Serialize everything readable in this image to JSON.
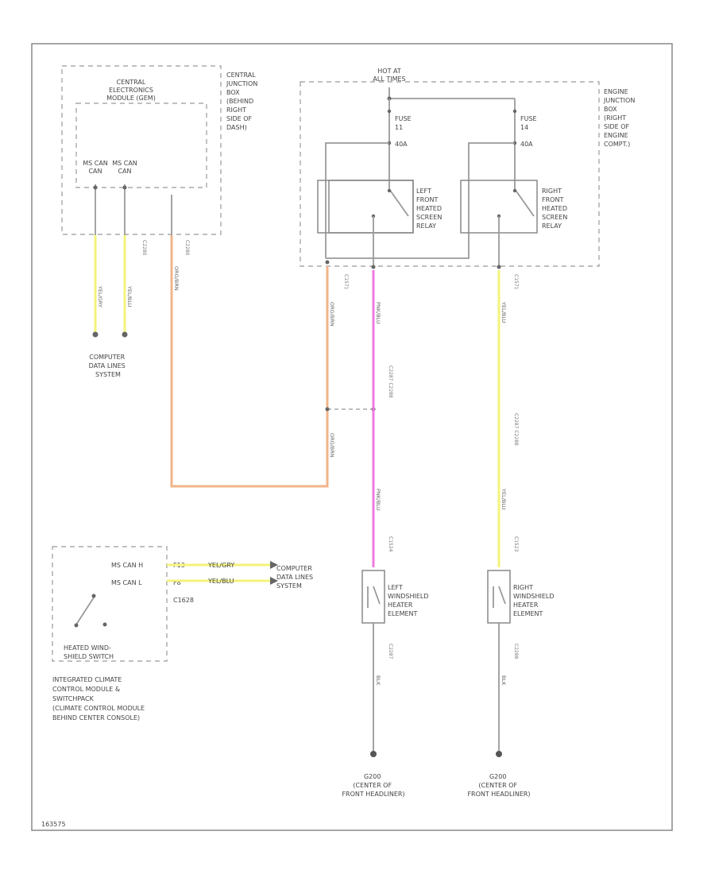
{
  "figure_id": "163575",
  "central_module": {
    "name": "CENTRAL ELECTRONICS MODULE (GEM)",
    "location": "CENTRAL JUNCTION BOX (BEHIND RIGHT SIDE OF DASH)",
    "pin1": "MS CAN",
    "pin2": "MS CAN",
    "wire1_color": "YEL/GRY",
    "wire2_color": "YEL/BLU",
    "wire3_color": "ORG/BRN",
    "connector": "C2280"
  },
  "data_lines_label": "COMPUTER DATA LINES SYSTEM",
  "engine_jb": {
    "label": "ENGINE JUNCTION BOX (RIGHT SIDE OF ENGINE COMPT.)",
    "hot_label": "HOT AT ALL TIMES",
    "fuse_left": "FUSE 11 40A",
    "fuse_right": "FUSE 14 40A",
    "relay_left": "LEFT FRONT HEATED SCREEN RELAY",
    "relay_right": "RIGHT FRONT HEATED SCREEN RELAY",
    "connector": "C1571"
  },
  "wires": {
    "orange": "ORG/BRN",
    "pink": "PNK/BLU",
    "yellow": "YEL/BLU",
    "left_connectors": "C2287  C2288",
    "right_connectors": "C2287  C2288",
    "left_element_conn": "C1524",
    "right_element_conn": "C1523",
    "ground_color": "BLK"
  },
  "elements": {
    "left": "LEFT WINDSHIELD HEATER ELEMENT",
    "right": "RIGHT WINDSHIELD HEATER ELEMENT"
  },
  "climate": {
    "name": "INTEGRATED CLIMATE CONTROL MODULE & SWITCHPACK (CLIMATE CONTROL MODULE BEHIND CENTER CONSOLE)",
    "switch": "HEATED WINDSHIELD SWITCH",
    "can_h": "MS CAN H",
    "can_l": "MS CAN L",
    "connector": "C1628",
    "wire_h": "YEL/GRY",
    "wire_l": "YEL/BLU",
    "pin_h": "F13",
    "pin_l": "F8"
  },
  "grounds": {
    "left": "G200 (CENTER OF FRONT HEADLINER)",
    "right": "G200 (CENTER OF FRONT HEADLINER)"
  },
  "colors": {
    "yellow": "#f3f37a",
    "orange": "#f2b48a",
    "pink": "#f07ae0",
    "gray": "#9a9a9a"
  }
}
